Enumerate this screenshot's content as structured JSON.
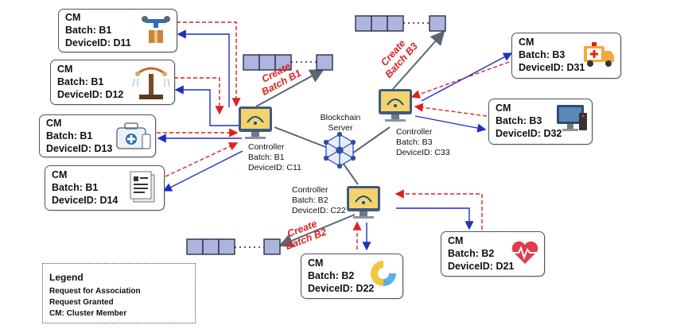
{
  "server": {
    "label_line1": "Blockchain",
    "label_line2": "Server"
  },
  "controllers": [
    {
      "id": "c11",
      "role": "Controller",
      "batch": "Batch: B1",
      "device": "DeviceID: C11"
    },
    {
      "id": "c33",
      "role": "Controller",
      "batch": "Batch: B3",
      "device": "DeviceID: C33"
    },
    {
      "id": "c22",
      "role": "Controller",
      "batch": "Batch: B2",
      "device": "DeviceID: C22"
    }
  ],
  "members": [
    {
      "id": "d11",
      "cm": "CM",
      "batch": "Batch: B1",
      "device": "DeviceID: D11",
      "icon": "drone-package-icon"
    },
    {
      "id": "d12",
      "cm": "CM",
      "batch": "Batch: B1",
      "device": "DeviceID: D12",
      "icon": "irrigation-sprinkler-icon"
    },
    {
      "id": "d13",
      "cm": "CM",
      "batch": "Batch: B1",
      "device": "DeviceID: D13",
      "icon": "medical-kit-icon"
    },
    {
      "id": "d14",
      "cm": "CM",
      "batch": "Batch: B1",
      "device": "DeviceID: D14",
      "icon": "document-icon"
    },
    {
      "id": "d31",
      "cm": "CM",
      "batch": "Batch: B3",
      "device": "DeviceID: D31",
      "icon": "ambulance-icon"
    },
    {
      "id": "d32",
      "cm": "CM",
      "batch": "Batch: B3",
      "device": "DeviceID: D32",
      "icon": "desktop-computer-icon"
    },
    {
      "id": "d22",
      "cm": "CM",
      "batch": "Batch: B2",
      "device": "DeviceID: D22",
      "icon": "pie-chart-icon"
    },
    {
      "id": "d21",
      "cm": "CM",
      "batch": "Batch: B2",
      "device": "DeviceID: D21",
      "icon": "heartbeat-icon"
    }
  ],
  "create_labels": [
    {
      "line1": "Create",
      "line2": "Batch B1"
    },
    {
      "line1": "Create",
      "line2": "Batch B3"
    },
    {
      "line1": "Create",
      "line2": "Batch B2"
    }
  ],
  "legend": {
    "title": "Legend",
    "association": "Request for Association",
    "granted": "Request Granted",
    "cm": "CM: Cluster Member"
  },
  "colors": {
    "association": "#e02020",
    "granted": "#1f2fc4",
    "block_fill": "#aeb5dc",
    "block_stroke": "#2b2f4a",
    "chain_arrow": "#5b6675"
  }
}
